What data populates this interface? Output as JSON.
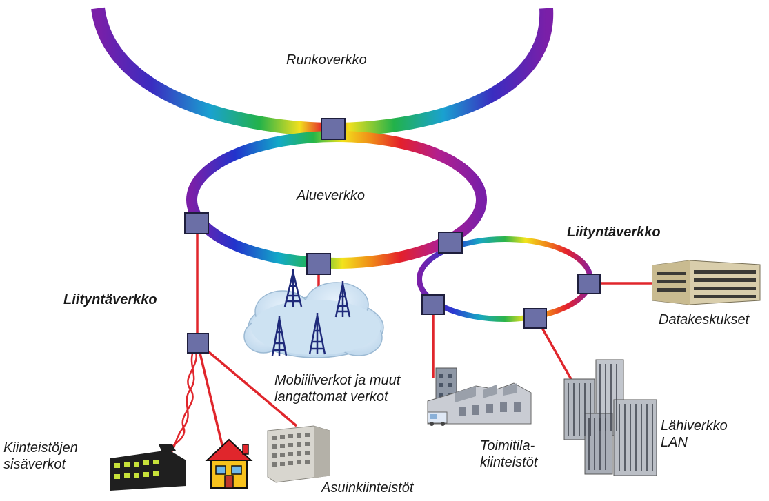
{
  "labels": {
    "backbone": "Runkoverkko",
    "regional": "Alueverkko",
    "access_left": "Liityntäverkko",
    "access_right": "Liityntäverkko",
    "mobile": "Mobiiliverkot ja muut\nlangattomat verkot",
    "building_networks": "Kiinteistöjen\nsisäverkot",
    "residential": "Asuinkiinteistöt",
    "business": "Toimitila-\nkiinteistöt",
    "lan": "Lähiverkko\nLAN",
    "datacenters": "Datakeskukset"
  },
  "colors": {
    "node_fill": "#6b6fa6",
    "node_stroke": "#1e1e3c",
    "link": "#e0262c",
    "cloud": "#c9dff0",
    "tower": "#1f2a7a"
  },
  "icons": {
    "node": "network-node-square",
    "tower": "radio-tower",
    "cloud": "wireless-cloud",
    "building": "building"
  }
}
